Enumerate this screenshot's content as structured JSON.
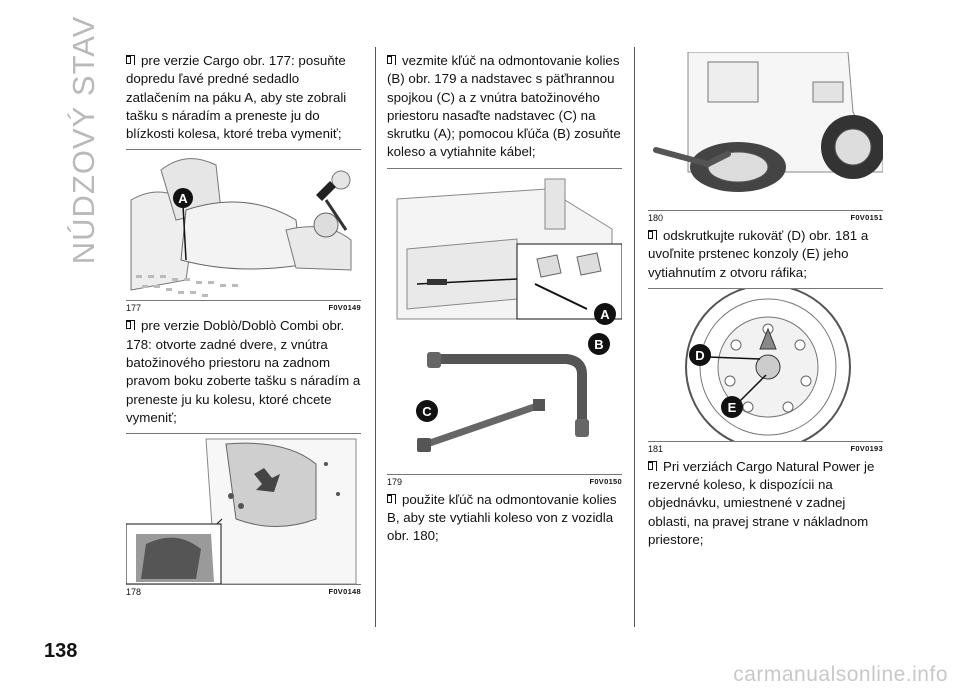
{
  "sidebar": {
    "title": "NÚDZOVÝ STAV"
  },
  "page_number": "138",
  "col1": {
    "para1": "pre verzie Cargo obr. 177: posuňte dopredu ľavé predné sedadlo zatlačením na páku A, aby ste zobrali tašku s náradím a preneste ju do blízkosti kolesa, ktoré treba vymeniť;",
    "fig177": {
      "number": "177",
      "code": "F0V0149",
      "marker": "A"
    },
    "para2": "pre verzie Doblò/Doblò Combi obr. 178: otvorte zadné dvere, z vnútra batožinového priestoru na zadnom pravom boku zoberte tašku s náradím a preneste ju ku kolesu, ktoré chcete vymeniť;",
    "fig178": {
      "number": "178",
      "code": "F0V0148"
    }
  },
  "col2": {
    "para1": "vezmite kľúč na odmontovanie kolies (B) obr. 179 a nadstavec s päťhrannou spojkou (C) a z vnútra batožinového priestoru nasaďte nadstavec (C) na skrutku (A); pomocou kľúča (B) zosuňte koleso a vytiahnite kábel;",
    "fig179": {
      "number": "179",
      "code": "F0V0150",
      "markers": [
        "A",
        "B",
        "C"
      ]
    },
    "para2": "použite kľúč na odmontovanie kolies B, aby ste vytiahli koleso von z vozidla obr. 180;"
  },
  "col3": {
    "fig180": {
      "number": "180",
      "code": "F0V0151"
    },
    "para1": "odskrutkujte rukoväť (D) obr. 181 a uvoľnite prstenec konzoly (E) jeho vytiahnutím z otvoru ráfika;",
    "fig181": {
      "number": "181",
      "code": "F0V0193",
      "markers": [
        "D",
        "E"
      ]
    },
    "para2": "Pri verziách Cargo Natural Power je rezervné koleso, k dispozícii na objednávku, umiestnené v zadnej oblasti, na pravej strane v nákladnom priestore;"
  },
  "watermark": "carmanualsonline.info"
}
